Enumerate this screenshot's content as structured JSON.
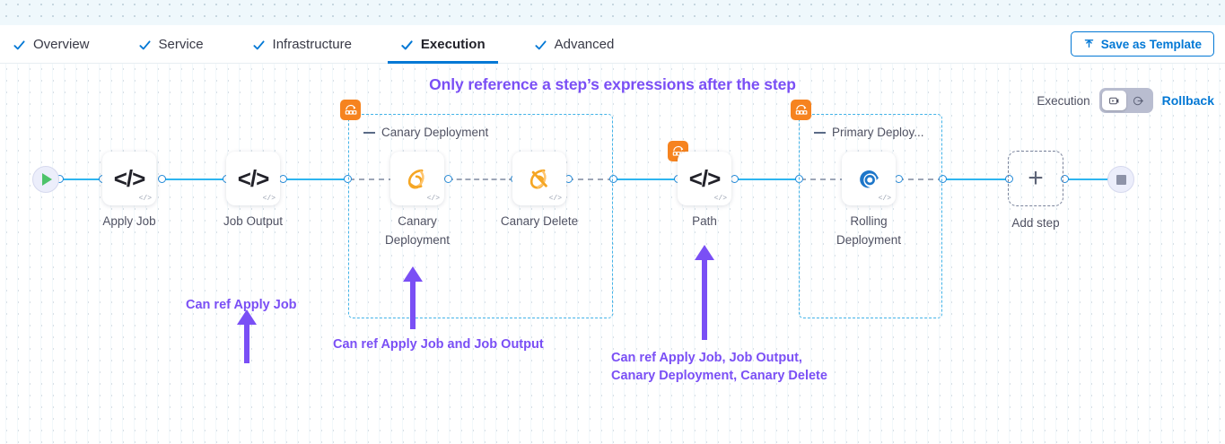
{
  "tabs": [
    {
      "label": "Overview",
      "icon": "check-icon",
      "active": false
    },
    {
      "label": "Service",
      "icon": "check-icon",
      "active": false
    },
    {
      "label": "Infrastructure",
      "icon": "check-icon",
      "active": false
    },
    {
      "label": "Execution",
      "icon": "check-icon",
      "active": true
    },
    {
      "label": "Advanced",
      "icon": "check-icon",
      "active": false
    }
  ],
  "header": {
    "save_template_label": "Save as Template",
    "save_template_icon": "upload-icon"
  },
  "canvas": {
    "headline": "Only reference a step’s expressions after the step",
    "execution_label": "Execution",
    "rollback_label": "Rollback",
    "toggle": {
      "execution_icon": "execution-mode-icon",
      "rollback_icon": "rollback-mode-icon",
      "selected": "execution"
    }
  },
  "pipeline": {
    "start_node": {
      "name": "start-node",
      "icon": "play-icon"
    },
    "end_node": {
      "name": "end-node",
      "icon": "stop-icon"
    },
    "add_step": {
      "label": "Add step",
      "icon": "plus-icon"
    },
    "steps": [
      {
        "id": "apply-job",
        "label": "Apply Job",
        "icon": "code-icon",
        "corner": "</>"
      },
      {
        "id": "job-output",
        "label": "Job Output",
        "icon": "code-icon",
        "corner": "</>"
      },
      {
        "id": "canary-deployment",
        "label": "Canary\nDeployment",
        "icon": "canary-icon",
        "corner": "</>"
      },
      {
        "id": "canary-delete",
        "label": "Canary Delete",
        "icon": "canary-delete-icon",
        "corner": "</>"
      },
      {
        "id": "path",
        "label": "Path",
        "icon": "code-icon",
        "corner": "</>",
        "badge": "step-group-icon"
      },
      {
        "id": "rolling-deployment",
        "label": "Rolling\nDeployment",
        "icon": "rolling-deploy-icon",
        "corner": "</>"
      }
    ],
    "groups": [
      {
        "id": "canary-deployment-group",
        "title": "Canary Deployment",
        "badge": "step-group-icon"
      },
      {
        "id": "primary-deployment-group",
        "title": "Primary Deploy...",
        "badge": "step-group-icon"
      }
    ]
  },
  "annotations": [
    {
      "id": "anno-job-output",
      "text": "Can ref Apply Job"
    },
    {
      "id": "anno-canary-deployment",
      "text": "Can ref Apply Job and Job Output"
    },
    {
      "id": "anno-path",
      "text": "Can ref Apply Job, Job Output,\nCanary Deployment, Canary Delete"
    }
  ],
  "colors": {
    "accent_blue": "#0278d5",
    "connector_blue": "#2eb5f0",
    "group_border": "#42b3e8",
    "badge_orange": "#f6831f",
    "annotation_purple": "#7a4ff5",
    "canary_orange": "#f5a623",
    "start_green": "#4dc36a"
  }
}
